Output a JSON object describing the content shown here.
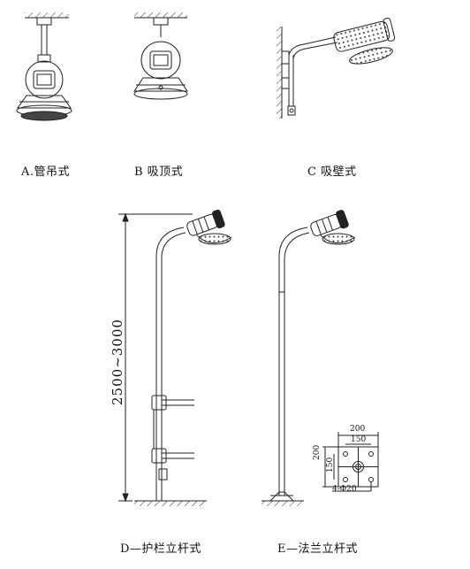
{
  "captions": {
    "a": "A.管吊式",
    "b": "B 吸顶式",
    "c": "C 吸壁式",
    "d": "D—护栏立杆式",
    "e": "E—法兰立杆式"
  },
  "dimensions": {
    "height_range": "2500~3000",
    "flange_width": "200",
    "flange_inner_width": "150",
    "flange_height": "200",
    "flange_inner_height": "150",
    "bolt_spec": "4-Φ20"
  }
}
